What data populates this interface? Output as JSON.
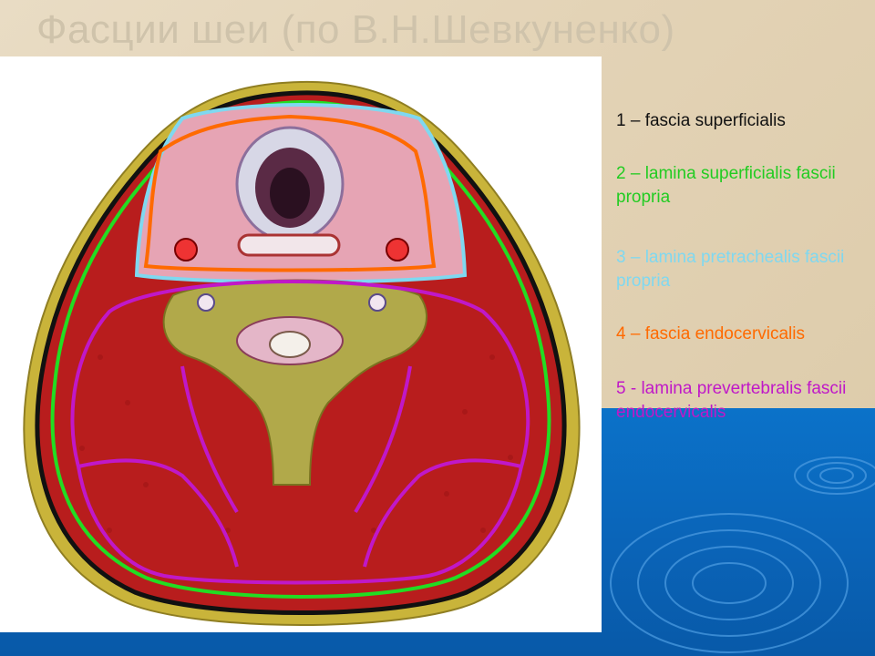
{
  "slide": {
    "title": "Фасции шеи (по В.Н.Шевкуненко)"
  },
  "legend": [
    {
      "label": "1 – fascia superficialis",
      "color": "#111111"
    },
    {
      "label": "2 – lamina superficialis fascii propria",
      "color": "#22cc22"
    },
    {
      "label": "3 – lamina pretrachealis fascii propria",
      "color": "#7fd8f0"
    },
    {
      "label": "4 – fascia endocervicalis",
      "color": "#ff6a00"
    },
    {
      "label": "5 - lamina prevertebralis fascii endocervicalis",
      "color": "#c018c8"
    }
  ],
  "colors": {
    "background": "#e3d3b6",
    "blue_panel": "#0a64b8",
    "skin_fat": "#c9b43a",
    "muscle": "#b81d1d",
    "vertebra": "#b1a94a"
  }
}
